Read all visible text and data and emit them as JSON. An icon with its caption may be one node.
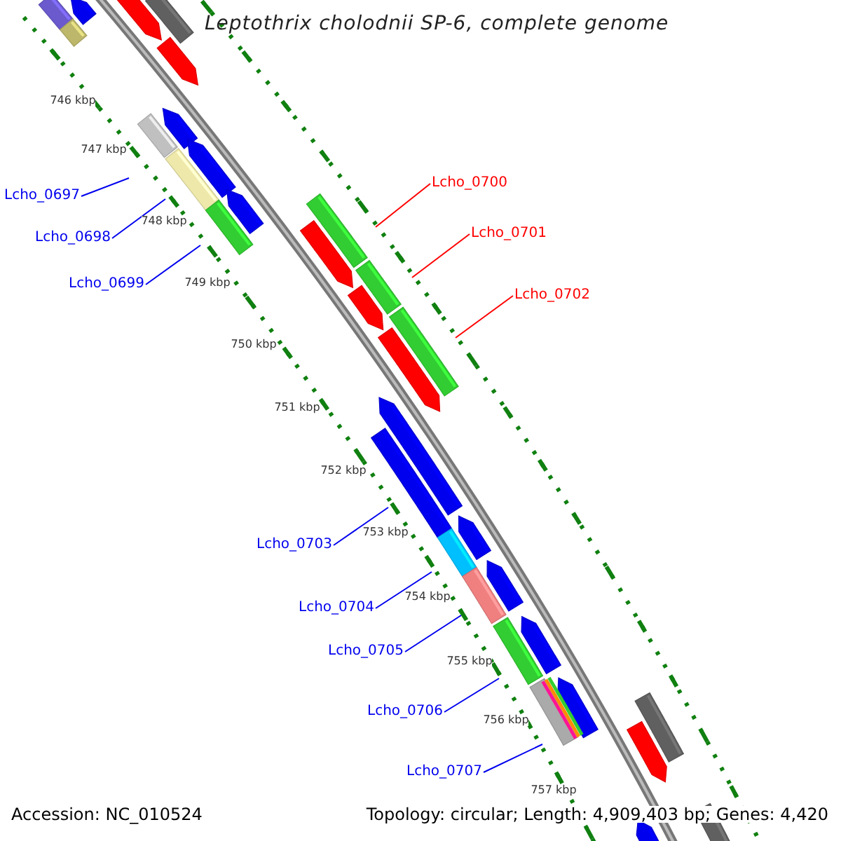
{
  "diagram": {
    "title": "Leptothrix cholodnii SP-6, complete genome",
    "nodes": [
      {
        "text": [
          "Lcho_0697"
        ]
      },
      {
        "text": [
          "Lcho_0698"
        ]
      },
      {
        "text": [
          "Lcho_0699"
        ]
      },
      {
        "text": [
          "Lcho_0700"
        ]
      },
      {
        "text": [
          "Lcho_0701"
        ]
      },
      {
        "text": [
          "Lcho_0702"
        ]
      },
      {
        "text": [
          "Lcho_0703"
        ]
      },
      {
        "text": [
          "Lcho_0704"
        ]
      },
      {
        "text": [
          "Lcho_0705"
        ]
      },
      {
        "text": [
          "Lcho_0706"
        ]
      },
      {
        "text": [
          "Lcho_0707"
        ]
      }
    ],
    "edges": [
      {
        "from": 0,
        "to": null,
        "arrow": "none"
      },
      {
        "from": 1,
        "to": null,
        "arrow": "none"
      },
      {
        "from": 2,
        "to": null,
        "arrow": "none"
      },
      {
        "from": 3,
        "to": null,
        "arrow": "none",
        "color": "#ff0000"
      },
      {
        "from": 4,
        "to": null,
        "arrow": "none",
        "color": "#ff0000"
      },
      {
        "from": 5,
        "to": null,
        "arrow": "none",
        "color": "#ff0000"
      },
      {
        "from": 6,
        "to": null,
        "arrow": "none"
      },
      {
        "from": 7,
        "to": null,
        "arrow": "none"
      },
      {
        "from": 8,
        "to": null,
        "arrow": "none"
      },
      {
        "from": 9,
        "to": null,
        "arrow": "none"
      },
      {
        "from": 10,
        "to": null,
        "arrow": "none"
      }
    ],
    "labels": [
      "746 kbp",
      "747 kbp",
      "748 kbp",
      "749 kbp",
      "750 kbp",
      "751 kbp",
      "752 kbp",
      "753 kbp",
      "754 kbp",
      "755 kbp",
      "756 kbp",
      "757 kbp",
      "Accession: NC_010524",
      "Topology: circular; Length: 4,909,403 bp; Genes: 4,420"
    ]
  }
}
